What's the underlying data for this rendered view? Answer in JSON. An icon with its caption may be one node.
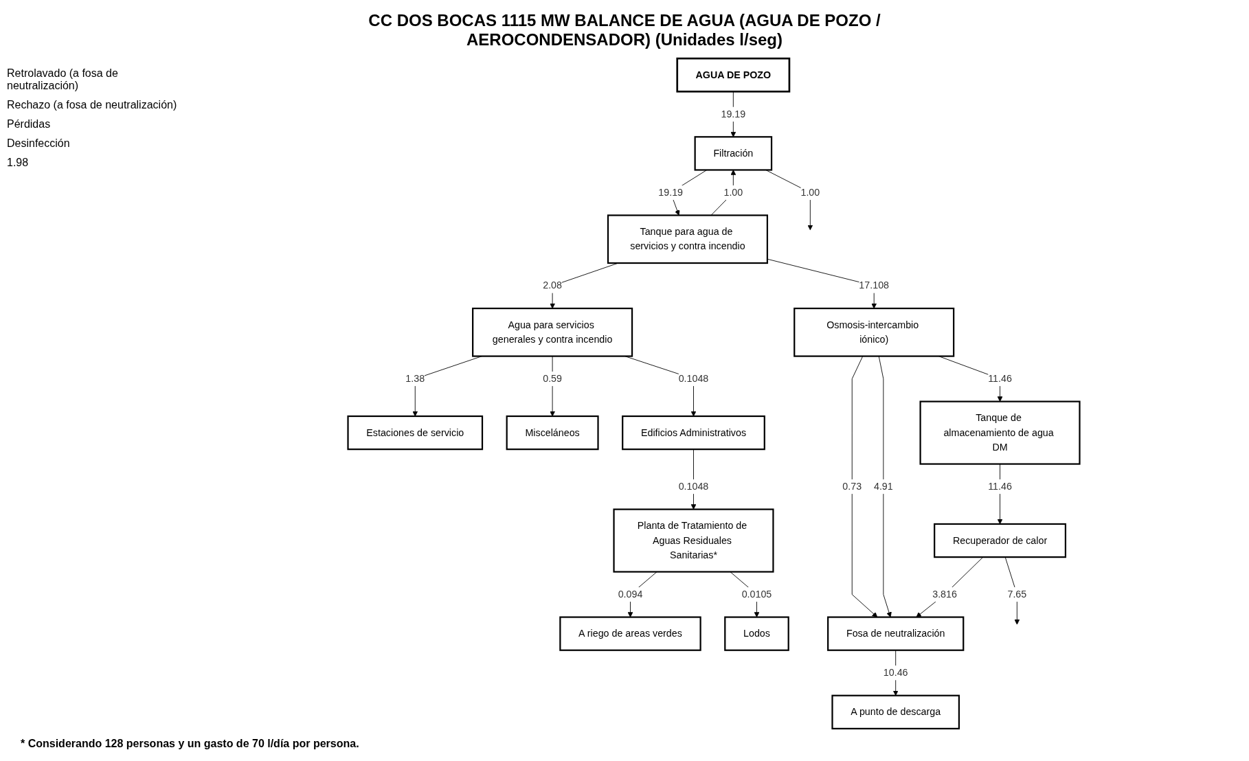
{
  "diagram": {
    "title": "CC DOS BOCAS 1115 MW BALANCE DE AGUA (AGUA DE POZO / AEROCONDENSADOR) (Unidades l/seg)",
    "caption": "* Considerando 128 personas y un gasto de 70 l/día por persona.",
    "nodes": [
      {
        "text": [
          "AGUA DE POZO"
        ]
      },
      {
        "text": [
          "Filtración"
        ]
      },
      {
        "text": [
          "Tanque para agua de servicios y contra incendio"
        ]
      },
      {
        "text": [
          "Agua para servicios generales y contra incendio"
        ]
      },
      {
        "text": [
          "Estaciones de servicio"
        ]
      },
      {
        "text": [
          "Misceláneos"
        ]
      },
      {
        "text": [
          "Edificios Administrativos"
        ]
      },
      {
        "text": [
          "Planta de Tratamiento de Aguas Residuales Sanitarias*"
        ]
      },
      {
        "text": [
          "A riego de areas verdes"
        ]
      },
      {
        "text": [
          "Lodos"
        ]
      },
      {
        "text": [
          "Osmosis-intercambio iónico)"
        ]
      },
      {
        "text": [
          "Tanque de almacenamiento de agua DM"
        ]
      },
      {
        "text": [
          "Recuperador de calor"
        ]
      },
      {
        "text": [
          "Fosa de neutralización"
        ]
      },
      {
        "text": [
          "A punto de descarga"
        ]
      }
    ],
    "edges": [
      {
        "from": 0,
        "to": 1,
        "arrow": "to",
        "label": "19.19"
      },
      {
        "from": 1,
        "to": null,
        "arrow": "to",
        "label": "1.00"
      },
      {
        "from": 1,
        "to": 2,
        "arrow": "to",
        "label": "19.19"
      },
      {
        "from": 2,
        "to": 1,
        "arrow": "to",
        "label": "1.00"
      },
      {
        "from": 2,
        "to": 10,
        "arrow": "to",
        "label": "17.108"
      },
      {
        "from": 2,
        "to": 3,
        "arrow": "to",
        "label": "2.08"
      },
      {
        "from": 3,
        "to": 4,
        "arrow": "to",
        "label": "1.38"
      },
      {
        "from": 3,
        "to": 5,
        "arrow": "to",
        "label": "0.59"
      },
      {
        "from": 3,
        "to": 6,
        "arrow": "to",
        "label": "0.1048"
      },
      {
        "from": 6,
        "to": 7,
        "arrow": "to",
        "label": "0.1048"
      },
      {
        "from": 7,
        "to": 8,
        "arrow": "to",
        "label": "0.094"
      },
      {
        "from": 7,
        "to": 9,
        "arrow": "to",
        "label": "0.0105"
      },
      {
        "from": 10,
        "to": 11,
        "arrow": "to",
        "label": "11.46"
      },
      {
        "from": 11,
        "to": 12,
        "arrow": "to",
        "label": "11.46"
      },
      {
        "from": 12,
        "to": null,
        "arrow": "to",
        "label": "7.65"
      },
      {
        "from": 10,
        "to": 13,
        "arrow": "to",
        "label": "0.73"
      },
      {
        "from": 10,
        "to": 13,
        "arrow": "to",
        "label": "4.91"
      },
      {
        "from": 12,
        "to": 13,
        "arrow": "to",
        "label": "3.816"
      },
      {
        "from": 13,
        "to": 14,
        "arrow": "to",
        "label": "10.46"
      }
    ],
    "labels": [
      "Retrolavado (a fosa de neutralización)",
      "Rechazo (a fosa de neutralización)",
      "Pérdidas",
      "Desinfección",
      "1.98"
    ]
  }
}
